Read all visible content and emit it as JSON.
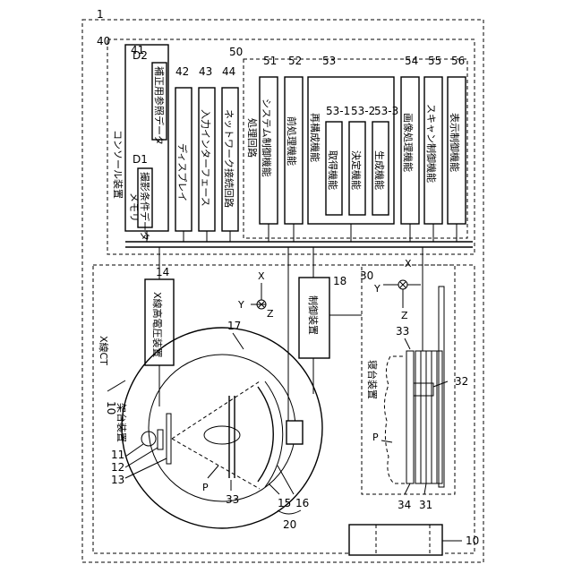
{
  "labels": {
    "n1": "1",
    "xray_ct": "X線CT",
    "n10": "10",
    "gantry": "架台装置",
    "n40": "40",
    "console": "コンソール装置",
    "n41": "41",
    "memory": "メモリ",
    "d1": "D1",
    "imaging_cond": "撮影条件データ",
    "d2": "D2",
    "correction_ref": "補正用参照データ",
    "n42": "42",
    "display": "ディスプレイ",
    "n43": "43",
    "input_if": "入力インターフェース",
    "n44": "44",
    "network_if": "ネットワーク接続回路",
    "n50": "50",
    "proc_circuit": "処理回路",
    "n51": "51",
    "sys_ctrl": "システム制御機能",
    "n52": "52",
    "preproc": "前処理機能",
    "n53": "53",
    "recon": "再構成機能",
    "n53_1": "53-1",
    "acquire": "取得機能",
    "n53_2": "53-2",
    "decide": "決定機能",
    "n53_3": "53-3",
    "generate": "生成機能",
    "n54": "54",
    "image_proc": "画像処理機能",
    "n55": "55",
    "scan_ctrl": "スキャン制御機能",
    "n56": "56",
    "display_ctrl": "表示制御機能",
    "n14": "14",
    "hv": "X線高電圧装置",
    "n18": "18",
    "ctrl_dev": "制御装置",
    "n17": "17",
    "n30": "30",
    "couch": "寝台装置",
    "n33": "33",
    "n32": "32",
    "n31": "31",
    "n34": "34",
    "p": "P",
    "n11": "11",
    "n12": "12",
    "n13": "13",
    "n15": "15",
    "n16": "16",
    "n20": "20",
    "ax_x": "X",
    "ax_y": "Y",
    "ax_z": "Z"
  }
}
